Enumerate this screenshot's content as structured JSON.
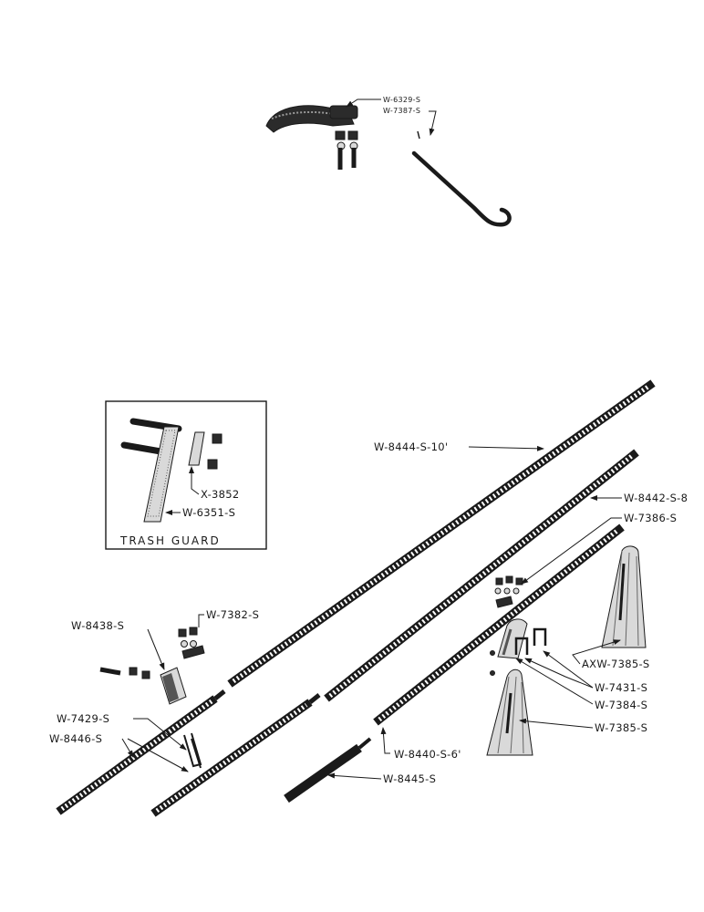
{
  "top_labels": {
    "clip": "W-6329-S",
    "hook": "W-7387-S"
  },
  "trash_guard": {
    "title": "TRASH GUARD",
    "bar": "X-3852",
    "guard": "W-6351-S"
  },
  "labels": {
    "rod_10": "W-8444-S-10'",
    "rod_8": "W-8442-S-8",
    "rod_7386": "W-7386-S",
    "bracket": "W-8438-S",
    "clamp": "W-7382-S",
    "ubolt": "W-7429-S",
    "rod_end": "W-8446-S",
    "shield_top": "AXW-7385-S",
    "ubolts_pair": "W-7431-S",
    "holder": "W-7384-S",
    "shield": "W-7385-S",
    "rod_6": "W-8440-S-6'",
    "rod_short": "W-8445-S"
  },
  "colors": {
    "ink": "#1a1a1a",
    "paper": "#ffffff"
  }
}
